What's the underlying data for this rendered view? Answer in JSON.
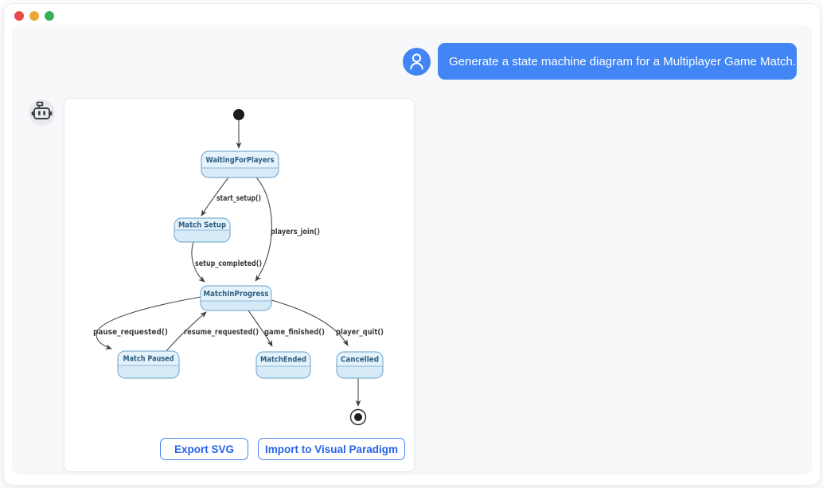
{
  "window": {
    "controls": [
      {
        "name": "close"
      },
      {
        "name": "minimize"
      },
      {
        "name": "zoom"
      }
    ]
  },
  "chat": {
    "user_message": "Generate a state machine diagram for a Multiplayer Game Match.",
    "user_avatar_icon": "person-icon",
    "bot_avatar_icon": "robot-icon"
  },
  "diagram": {
    "type": "state-machine",
    "pseudo_states": [
      {
        "id": "initial",
        "kind": "initial-state"
      },
      {
        "id": "final",
        "kind": "final-state"
      }
    ],
    "states": [
      {
        "id": "WaitingForPlayers",
        "label": "WaitingForPlayers"
      },
      {
        "id": "MatchSetup",
        "label": "Match Setup"
      },
      {
        "id": "MatchInProgress",
        "label": "MatchInProgress"
      },
      {
        "id": "MatchPaused",
        "label": "Match Paused"
      },
      {
        "id": "MatchEnded",
        "label": "MatchEnded"
      },
      {
        "id": "Cancelled",
        "label": "Cancelled"
      }
    ],
    "transitions": [
      {
        "from": "initial",
        "to": "WaitingForPlayers",
        "label": ""
      },
      {
        "from": "WaitingForPlayers",
        "to": "MatchSetup",
        "label": "start_setup()"
      },
      {
        "from": "WaitingForPlayers",
        "to": "MatchInProgress",
        "label": "players_join()"
      },
      {
        "from": "MatchSetup",
        "to": "MatchInProgress",
        "label": "setup_completed()"
      },
      {
        "from": "MatchInProgress",
        "to": "MatchPaused",
        "label": "pause_requested()"
      },
      {
        "from": "MatchPaused",
        "to": "MatchInProgress",
        "label": "resume_requested()"
      },
      {
        "from": "MatchInProgress",
        "to": "MatchEnded",
        "label": "game_finished()"
      },
      {
        "from": "MatchInProgress",
        "to": "Cancelled",
        "label": "player_quit()"
      },
      {
        "from": "Cancelled",
        "to": "final",
        "label": ""
      }
    ]
  },
  "actions": {
    "export_svg": "Export SVG",
    "import_visual_paradigm": "Import to Visual Paradigm"
  },
  "colors": {
    "accent_blue": "#4285f4",
    "state_fill": "#d7eaf8",
    "state_title_fill": "#e4f2fc",
    "state_border": "#7fb0d4",
    "state_text": "#2d5e80",
    "edge": "#4a4a4a",
    "button_border": "#4a80f2",
    "button_text": "#2563eb",
    "traffic_red": "#e94a47",
    "traffic_yellow": "#eaa83c",
    "traffic_green": "#35b257"
  }
}
